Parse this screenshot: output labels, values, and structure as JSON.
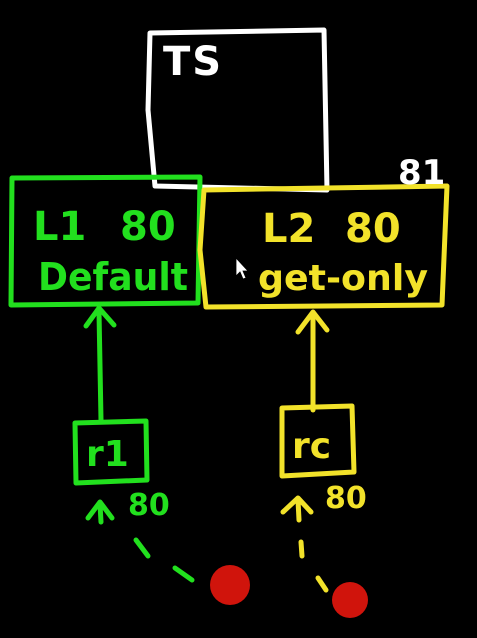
{
  "colors": {
    "background": "#000000",
    "ts": "#ffffff",
    "l1": "#22e01e",
    "l2": "#f2e22a",
    "client": "#d0140c",
    "cursor": "#ffffff"
  },
  "ts_box": {
    "label": "TS"
  },
  "l1_box": {
    "name": "L1",
    "port": "80",
    "mode": "Default"
  },
  "l2_box": {
    "name": "L2",
    "port": "80",
    "mode": "get-only",
    "extra_port": "81"
  },
  "r1_box": {
    "label": "r1",
    "port": "80"
  },
  "r2_box": {
    "label": "rc",
    "port": "80"
  },
  "icons": {
    "cursor": "mouse-pointer-icon",
    "client": "client-dot-icon",
    "arrow": "arrow-up-icon"
  }
}
